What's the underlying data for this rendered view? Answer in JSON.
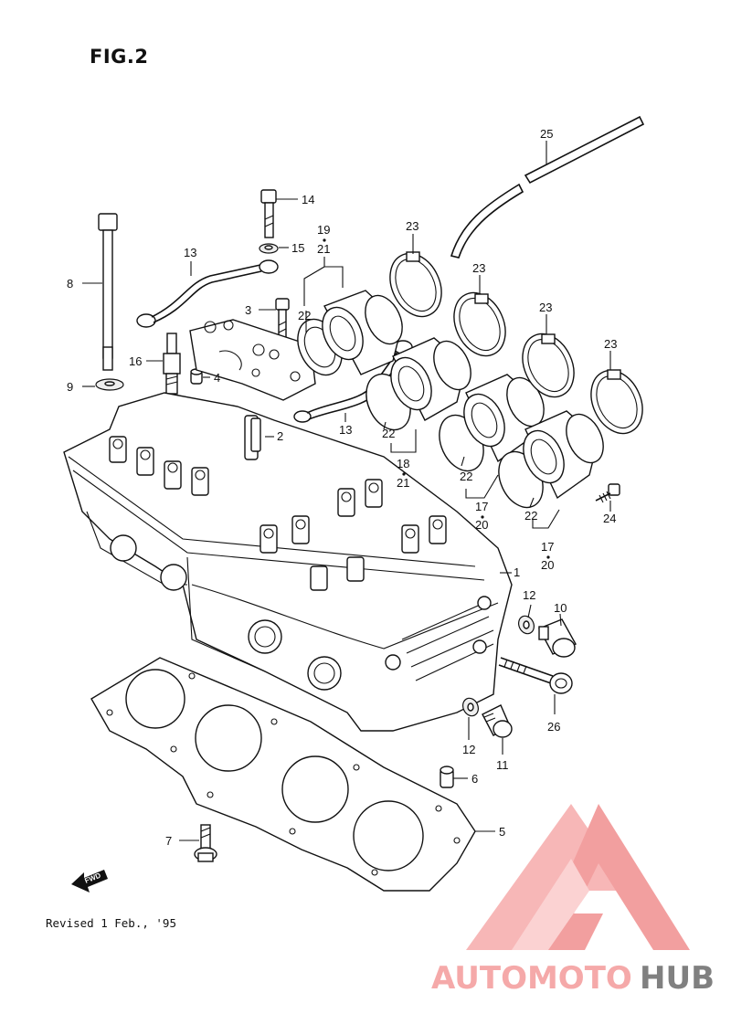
{
  "figure_title": "FIG.2",
  "revision_note": "Revised 1 Feb., '95",
  "fwd_label": "FWD",
  "watermark": {
    "text_part1": "AUTOMOTO",
    "text_part2": "HUB",
    "color_primary": "#f4a7a7",
    "color_secondary": "#7a7a7a"
  },
  "callouts": [
    {
      "id": "c1",
      "label": "1"
    },
    {
      "id": "c2",
      "label": "2"
    },
    {
      "id": "c3",
      "label": "3"
    },
    {
      "id": "c4",
      "label": "4"
    },
    {
      "id": "c5",
      "label": "5"
    },
    {
      "id": "c6",
      "label": "6"
    },
    {
      "id": "c7",
      "label": "7"
    },
    {
      "id": "c8",
      "label": "8"
    },
    {
      "id": "c9",
      "label": "9"
    },
    {
      "id": "c10",
      "label": "10"
    },
    {
      "id": "c11",
      "label": "11"
    },
    {
      "id": "c12a",
      "label": "12"
    },
    {
      "id": "c12b",
      "label": "12"
    },
    {
      "id": "c13a",
      "label": "13"
    },
    {
      "id": "c13b",
      "label": "13"
    },
    {
      "id": "c14",
      "label": "14"
    },
    {
      "id": "c15",
      "label": "15"
    },
    {
      "id": "c16",
      "label": "16"
    },
    {
      "id": "c17a",
      "label": "17"
    },
    {
      "id": "c17b",
      "label": "17"
    },
    {
      "id": "c18",
      "label": "18"
    },
    {
      "id": "c19",
      "label": "19"
    },
    {
      "id": "c20a",
      "label": "20"
    },
    {
      "id": "c20b",
      "label": "20"
    },
    {
      "id": "c21a",
      "label": "21"
    },
    {
      "id": "c21b",
      "label": "21"
    },
    {
      "id": "c22a",
      "label": "22"
    },
    {
      "id": "c22b",
      "label": "22"
    },
    {
      "id": "c22c",
      "label": "22"
    },
    {
      "id": "c22d",
      "label": "22"
    },
    {
      "id": "c23a",
      "label": "23"
    },
    {
      "id": "c23b",
      "label": "23"
    },
    {
      "id": "c23c",
      "label": "23"
    },
    {
      "id": "c23d",
      "label": "23"
    },
    {
      "id": "c24",
      "label": "24"
    },
    {
      "id": "c25",
      "label": "25"
    },
    {
      "id": "c26",
      "label": "26"
    }
  ]
}
